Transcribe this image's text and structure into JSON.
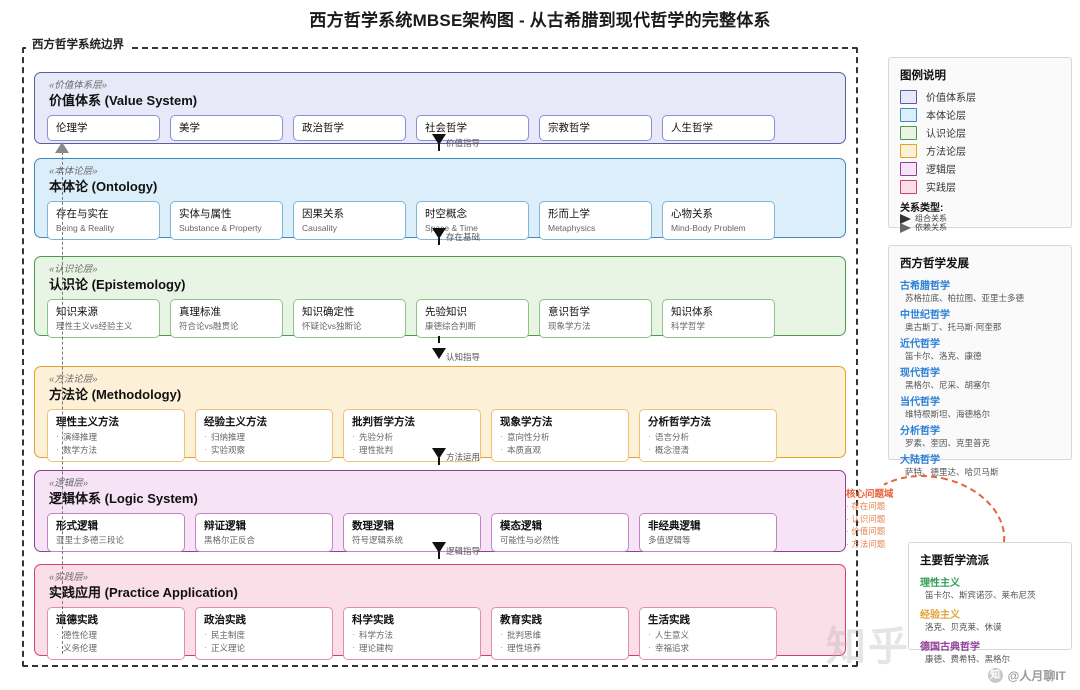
{
  "title": "西方哲学系统MBSE架构图 - 从古希腊到现代哲学的完整体系",
  "boundary_label": "西方哲学系统边界",
  "layers": [
    {
      "stereotype": "«价值体系层»",
      "name": "价值体系 (Value System)",
      "cards": [
        {
          "title": "伦理学"
        },
        {
          "title": "美学"
        },
        {
          "title": "政治哲学"
        },
        {
          "title": "社会哲学"
        },
        {
          "title": "宗教哲学"
        },
        {
          "title": "人生哲学"
        }
      ]
    },
    {
      "stereotype": "«本体论层»",
      "name": "本体论 (Ontology)",
      "cards": [
        {
          "title": "存在与实在",
          "sub": "Being & Reality"
        },
        {
          "title": "实体与属性",
          "sub": "Substance & Property"
        },
        {
          "title": "因果关系",
          "sub": "Causality"
        },
        {
          "title": "时空概念",
          "sub": "Space & Time"
        },
        {
          "title": "形而上学",
          "sub": "Metaphysics"
        },
        {
          "title": "心物关系",
          "sub": "Mind-Body Problem"
        }
      ]
    },
    {
      "stereotype": "«认识论层»",
      "name": "认识论 (Epistemology)",
      "cards": [
        {
          "title": "知识来源",
          "sub": "理性主义vs经验主义"
        },
        {
          "title": "真理标准",
          "sub": "符合论vs融贯论"
        },
        {
          "title": "知识确定性",
          "sub": "怀疑论vs独断论"
        },
        {
          "title": "先验知识",
          "sub": "康德综合判断"
        },
        {
          "title": "意识哲学",
          "sub": "现象学方法"
        },
        {
          "title": "知识体系",
          "sub": "科学哲学"
        }
      ]
    },
    {
      "stereotype": "«方法论层»",
      "name": "方法论 (Methodology)",
      "cards": [
        {
          "title": "理性主义方法",
          "bullets": [
            "演绎推理",
            "数学方法"
          ]
        },
        {
          "title": "经验主义方法",
          "bullets": [
            "归纳推理",
            "实验观察"
          ]
        },
        {
          "title": "批判哲学方法",
          "bullets": [
            "先验分析",
            "理性批判"
          ]
        },
        {
          "title": "现象学方法",
          "bullets": [
            "意向性分析",
            "本质直观"
          ]
        },
        {
          "title": "分析哲学方法",
          "bullets": [
            "语言分析",
            "概念澄清"
          ]
        }
      ]
    },
    {
      "stereotype": "«逻辑层»",
      "name": "逻辑体系 (Logic System)",
      "cards": [
        {
          "title": "形式逻辑",
          "sub": "亚里士多德三段论"
        },
        {
          "title": "辩证逻辑",
          "sub": "黑格尔正反合"
        },
        {
          "title": "数理逻辑",
          "sub": "符号逻辑系统"
        },
        {
          "title": "模态逻辑",
          "sub": "可能性与必然性"
        },
        {
          "title": "非经典逻辑",
          "sub": "多值逻辑等"
        }
      ]
    },
    {
      "stereotype": "«实践层»",
      "name": "实践应用 (Practice Application)",
      "cards": [
        {
          "title": "道德实践",
          "bullets": [
            "德性伦理",
            "义务伦理"
          ]
        },
        {
          "title": "政治实践",
          "bullets": [
            "民主制度",
            "正义理论"
          ]
        },
        {
          "title": "科学实践",
          "bullets": [
            "科学方法",
            "理论建构"
          ]
        },
        {
          "title": "教育实践",
          "bullets": [
            "批判思维",
            "理性培养"
          ]
        },
        {
          "title": "生活实践",
          "bullets": [
            "人生意义",
            "幸福追求"
          ]
        }
      ]
    }
  ],
  "flow_labels": [
    "价值指导",
    "存在基础",
    "认知指导",
    "方法运用",
    "逻辑指导"
  ],
  "legend": {
    "header": "图例说明",
    "items": [
      {
        "label": "价值体系层",
        "fill": "#e8e9f8",
        "stroke": "#5b5ea6"
      },
      {
        "label": "本体论层",
        "fill": "#ddeefb",
        "stroke": "#3f89c0"
      },
      {
        "label": "认识论层",
        "fill": "#e9f5e4",
        "stroke": "#4e9a4a"
      },
      {
        "label": "方法论层",
        "fill": "#fdf0d8",
        "stroke": "#e3a424"
      },
      {
        "label": "逻辑层",
        "fill": "#f6e4f6",
        "stroke": "#8e3f97"
      },
      {
        "label": "实践层",
        "fill": "#fbdfe8",
        "stroke": "#d63f6c"
      }
    ],
    "relation_header": "关系类型:",
    "relations": [
      "组合关系",
      "依赖关系"
    ]
  },
  "development": {
    "header": "西方哲学发展",
    "eras": [
      {
        "era": "古希腊哲学",
        "names": "苏格拉底、柏拉图、亚里士多德"
      },
      {
        "era": "中世纪哲学",
        "names": "奥古斯丁、托马斯·阿奎那"
      },
      {
        "era": "近代哲学",
        "names": "笛卡尔、洛克、康德"
      },
      {
        "era": "现代哲学",
        "names": "黑格尔、尼采、胡塞尔"
      },
      {
        "era": "当代哲学",
        "names": "维特根斯坦、海德格尔"
      },
      {
        "era": "分析哲学",
        "names": "罗素、奎因、克里普克"
      },
      {
        "era": "大陆哲学",
        "names": "萨特、德里达、哈贝马斯"
      }
    ]
  },
  "schools": {
    "header": "主要哲学流派",
    "items": [
      {
        "name": "理性主义",
        "color": "#2f9e55",
        "names": "笛卡尔、斯宾诺莎、莱布尼茨"
      },
      {
        "name": "经验主义",
        "color": "#e0a33a",
        "names": "洛克、贝克莱、休谟"
      },
      {
        "name": "德国古典哲学",
        "color": "#8e3f97",
        "names": "康德、费希特、黑格尔"
      }
    ]
  },
  "core_problems": {
    "header": "核心问题域",
    "items": [
      "存在问题",
      "认识问题",
      "价值问题",
      "方法问题"
    ],
    "color": "#e8613c"
  },
  "watermark": {
    "text": "@人月聊IT",
    "logo": "知",
    "big": "知乎"
  }
}
